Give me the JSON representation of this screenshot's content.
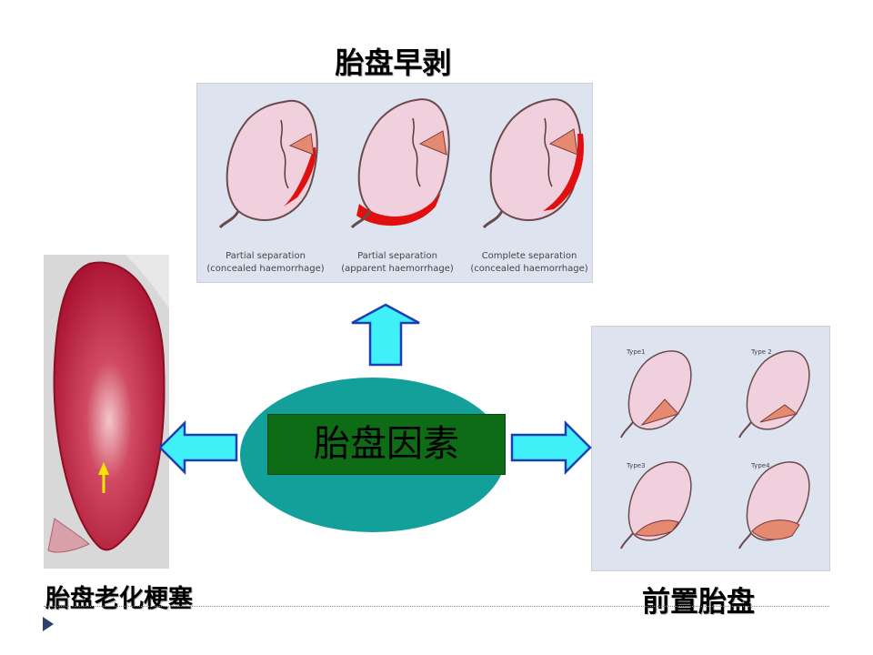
{
  "slide": {
    "top_title": "胎盘早剥",
    "center_label": "胎盘因素",
    "bottom_left_label": "胎盘老化梗塞",
    "bottom_right_label": "前置胎盘"
  },
  "abruption_figure": {
    "captions": [
      {
        "line1": "Partial separation",
        "line2": "(concealed haemorrhage)"
      },
      {
        "line1": "Partial separation",
        "line2": "(apparent haemorrhage)"
      },
      {
        "line1": "Complete separation",
        "line2": "(concealed haemorrhage)"
      }
    ]
  },
  "previa_figure": {
    "types": [
      "Type1",
      "Type 2",
      "Type3",
      "Type4"
    ]
  },
  "colors": {
    "arrow_fill": "#40f0f8",
    "arrow_stroke": "#1f3fb0",
    "ellipse": "#14a09a",
    "center_box": "#0e6b16",
    "uterus_fill": "#efd0dc",
    "blood": "#e01010",
    "panel_bg": "#dde3ef"
  }
}
